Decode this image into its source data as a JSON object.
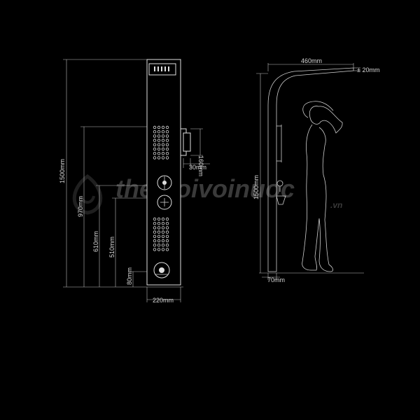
{
  "front_view": {
    "height_total": "1500mm",
    "height_upper_jets": "970mm",
    "height_valve": "610mm",
    "height_lower_jets": "510mm",
    "height_spout": "80mm",
    "width_panel": "220mm",
    "handshower_height": "160mm",
    "handshower_depth": "30mm"
  },
  "side_view": {
    "overhang": "460mm",
    "head_thickness": "± 20mm",
    "height_total": "1500mm",
    "base_depth": "70mm"
  },
  "watermark": {
    "brand": "thegioivoinuoc",
    "suffix": ".vn"
  },
  "icons": {
    "logo": "water-drop-logo-icon",
    "figure": "showering-person-icon"
  }
}
